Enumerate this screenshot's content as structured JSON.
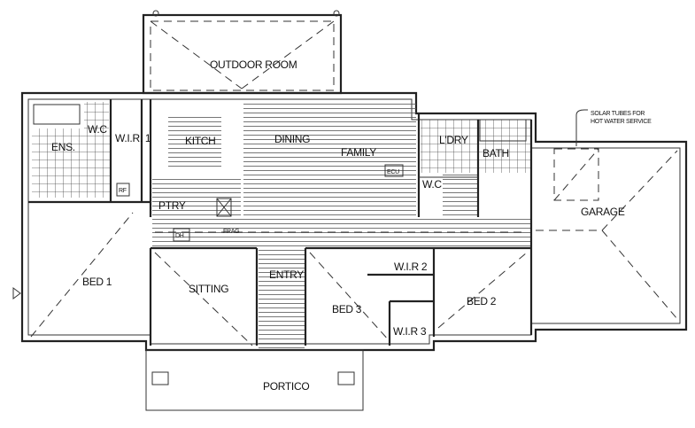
{
  "plan": {
    "rooms": {
      "outdoor_room": "OUTDOOR ROOM",
      "ensuite": "ENS.",
      "wc_ensuite": "W.C",
      "wir1": "W.I.R. 1",
      "kitchen": "KITCH",
      "dining": "DINING",
      "family": "FAMILY",
      "pantry": "PTRY",
      "laundry": "L'DRY",
      "bath": "BATH",
      "wc_main": "W.C",
      "garage": "GARAGE",
      "bed1": "BED 1",
      "sitting": "SITTING",
      "entry": "ENTRY",
      "bed3": "BED 3",
      "wir2": "W.I.R 2",
      "wir3": "W.I.R 3",
      "bed2": "BED 2",
      "portico": "PORTICO"
    },
    "fixtures": {
      "rf": "RF",
      "dh": "DH",
      "frag": "FRAG",
      "ecu": "ECU"
    },
    "notes": {
      "solar_line1": "SOLAR TUBES FOR",
      "solar_line2": "HOT WATER SERVICE"
    }
  }
}
